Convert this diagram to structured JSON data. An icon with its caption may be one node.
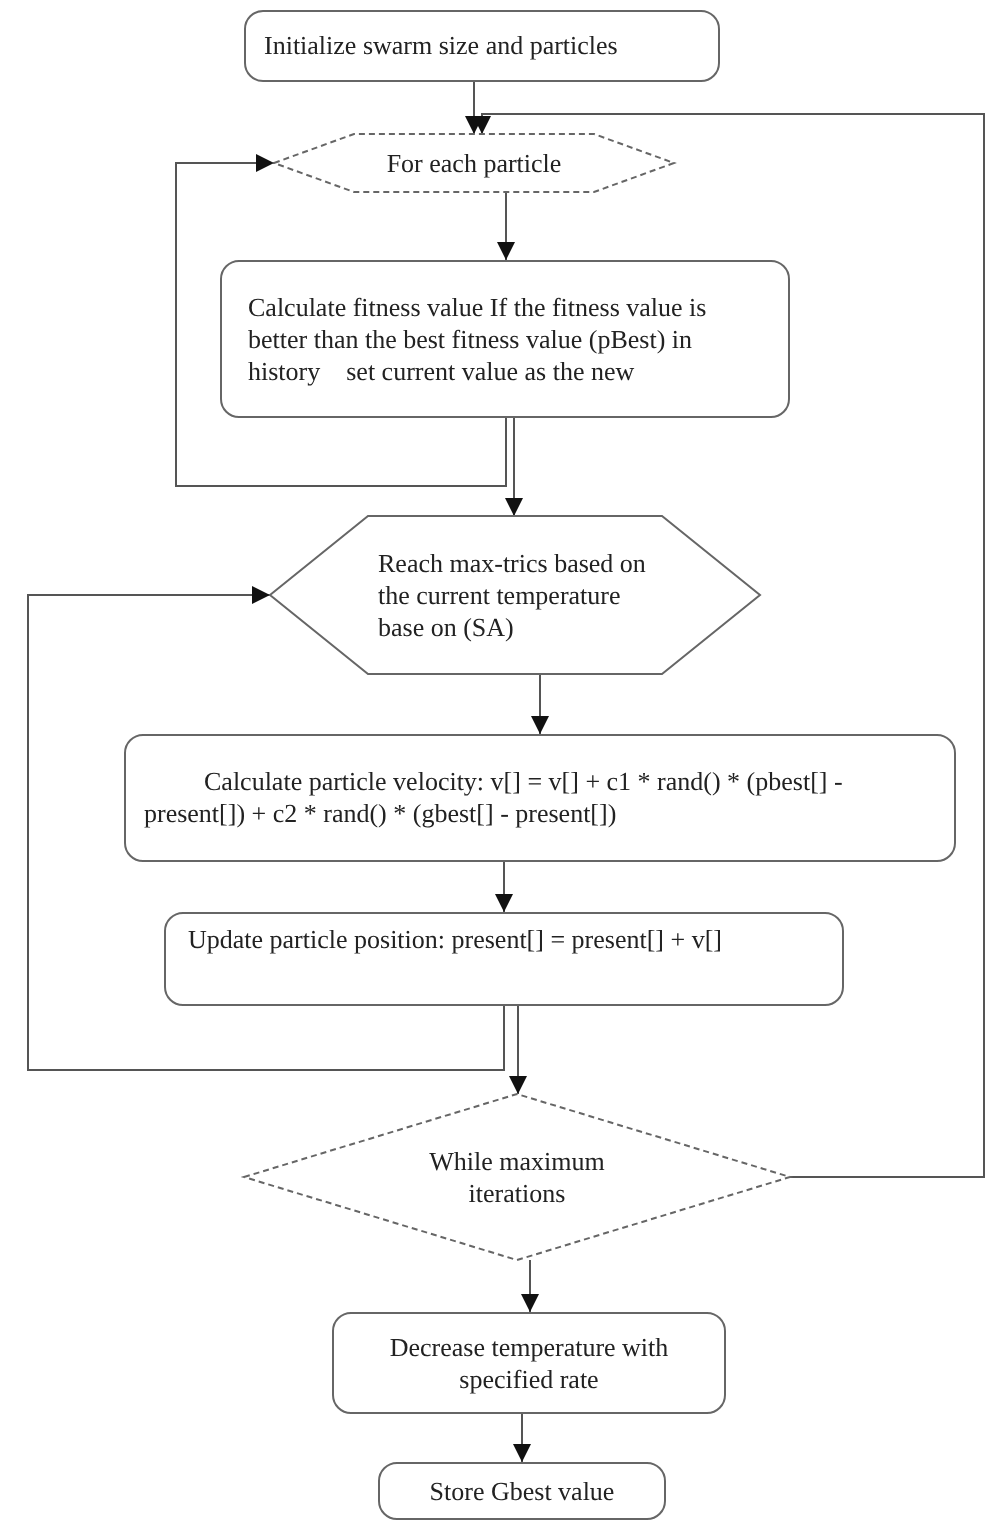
{
  "diagram": {
    "nodes": [
      {
        "text": [
          "Initialize swarm size and particles"
        ]
      },
      {
        "text": [
          "For each particle"
        ]
      },
      {
        "text": [
          "Calculate fitness value If the fitness value is better than the best fitness value (pBest) in history    set current value as the new"
        ]
      },
      {
        "text": [
          "Reach max-trics based on the current temperature base on (SA)"
        ]
      },
      {
        "text": [
          "Calculate particle velocity: v[] = v[] + c1 * rand() * (pbest[] - present[]) + c2 * rand() * (gbest[] - present[])"
        ]
      },
      {
        "text": [
          "Update particle position: present[] = present[] + v[]"
        ]
      },
      {
        "text": [
          "While maximum iterations"
        ]
      },
      {
        "text": [
          "Decrease temperature with specified rate"
        ]
      },
      {
        "text": [
          "Store Gbest value"
        ]
      }
    ],
    "edges": [
      {
        "from": 0,
        "to": 1,
        "arrow": "to"
      },
      {
        "from": 1,
        "to": 2,
        "arrow": "to"
      },
      {
        "from": 2,
        "to": 3,
        "arrow": "to"
      },
      {
        "from": 2,
        "to": 1,
        "arrow": "to"
      },
      {
        "from": 3,
        "to": 4,
        "arrow": "to"
      },
      {
        "from": 4,
        "to": 5,
        "arrow": "to"
      },
      {
        "from": 5,
        "to": 6,
        "arrow": "to"
      },
      {
        "from": 5,
        "to": 3,
        "arrow": "to"
      },
      {
        "from": 6,
        "to": 1,
        "arrow": "to"
      },
      {
        "from": 6,
        "to": 7,
        "arrow": "to"
      },
      {
        "from": 7,
        "to": 8,
        "arrow": "to"
      }
    ]
  }
}
